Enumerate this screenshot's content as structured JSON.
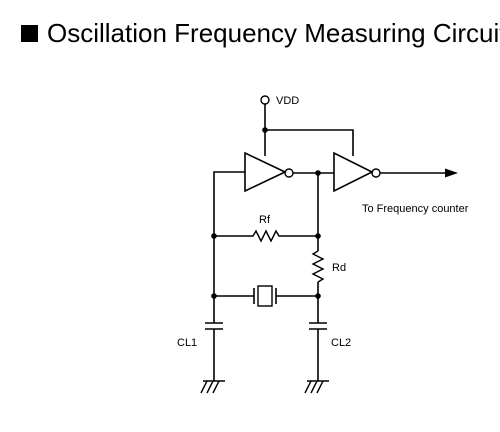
{
  "title": "Oscillation Frequency Measuring Circuit",
  "labels": {
    "vdd": "VDD",
    "rf": "Rf",
    "rd": "Rd",
    "cl1": "CL1",
    "cl2": "CL2",
    "output": "To Frequency counter"
  }
}
